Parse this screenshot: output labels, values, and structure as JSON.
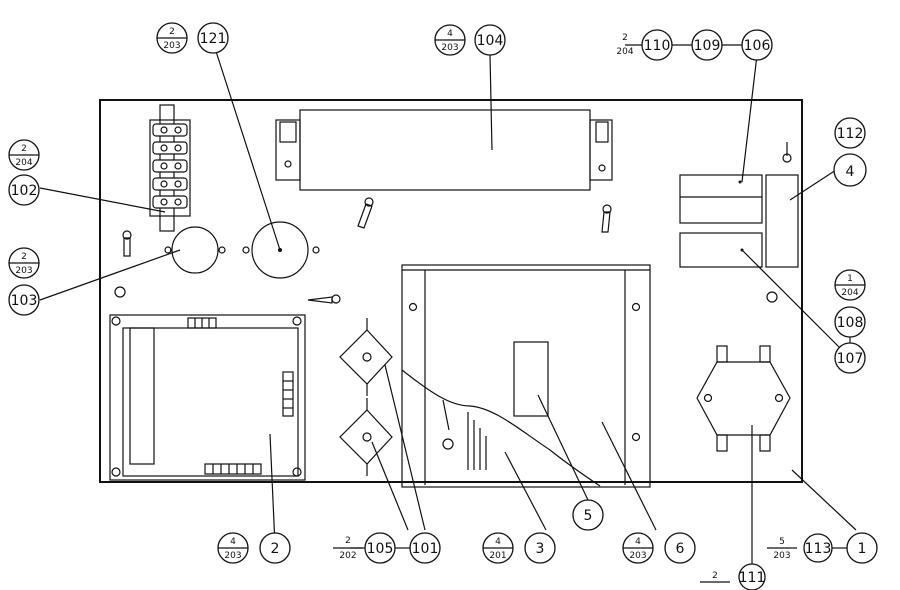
{
  "callouts": {
    "c121": {
      "num": "121",
      "sheet": "203",
      "item": "2"
    },
    "c104": {
      "num": "104",
      "sheet": "203",
      "item": "4"
    },
    "c106": {
      "num": "106"
    },
    "c109": {
      "num": "109"
    },
    "c110": {
      "num": "110",
      "sheet": "204",
      "item": "2"
    },
    "c112": {
      "num": "112",
      "ref": "4"
    },
    "c102": {
      "num": "102",
      "sheet": "204",
      "item": "2"
    },
    "c103": {
      "num": "103",
      "sheet": "203",
      "item": "2"
    },
    "c107": {
      "num": "107"
    },
    "c108": {
      "num": "108",
      "sheet": "204",
      "item": "1"
    },
    "c2": {
      "num": "2",
      "sheet": "203",
      "item": "4"
    },
    "c101": {
      "num": "101"
    },
    "c105": {
      "num": "105",
      "sheet": "202",
      "item": "2"
    },
    "c3": {
      "num": "3",
      "sheet": "201",
      "item": "4"
    },
    "c5": {
      "num": "5"
    },
    "c6": {
      "num": "6",
      "sheet": "203",
      "item": "4"
    },
    "c111": {
      "num": "111",
      "item": "2"
    },
    "c113": {
      "num": "113",
      "sheet": "203",
      "item": "5"
    },
    "c1": {
      "num": "1"
    }
  }
}
